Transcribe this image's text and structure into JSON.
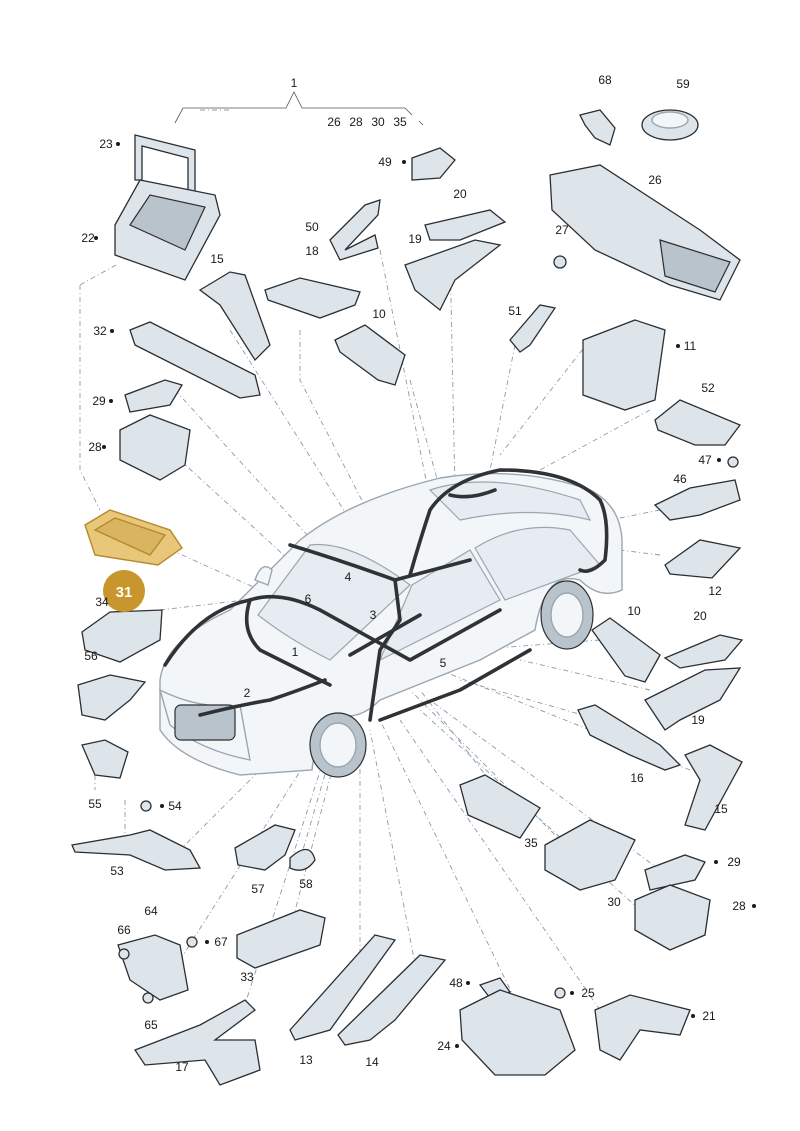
{
  "callouts": {
    "n1_top": "1",
    "n26": "26",
    "n28": "28",
    "n30": "30",
    "n35": "35",
    "n68": "68",
    "n59": "59",
    "n23": "23",
    "n49": "49",
    "n20_top": "20",
    "n26_right": "26",
    "n22": "22",
    "n50": "50",
    "n19_top": "19",
    "n27": "27",
    "n15_top": "15",
    "n18": "18",
    "n32": "32",
    "n10_top": "10",
    "n51": "51",
    "n11": "11",
    "n29_left": "29",
    "n52": "52",
    "n28_left": "28",
    "n47": "47",
    "n46": "46",
    "n4": "4",
    "n12": "12",
    "n34": "34",
    "n6": "6",
    "n3": "3",
    "n10_mid": "10",
    "n20_mid": "20",
    "n56": "56",
    "n1_car": "1",
    "n5": "5",
    "n2": "2",
    "n19_mid": "19",
    "n16": "16",
    "n55": "55",
    "n15_mid": "15",
    "n54": "54",
    "n35_mid": "35",
    "n53": "53",
    "n29_right": "29",
    "n57": "57",
    "n58": "58",
    "n30_bottom": "30",
    "n64": "64",
    "n66": "66",
    "n67": "67",
    "n28_right": "28",
    "n33": "33",
    "n48": "48",
    "n25": "25",
    "n65": "65",
    "n21": "21",
    "n24": "24",
    "n17": "17",
    "n13": "13",
    "n14": "14"
  },
  "highlight": {
    "label": "31",
    "color": "#c9962e"
  }
}
